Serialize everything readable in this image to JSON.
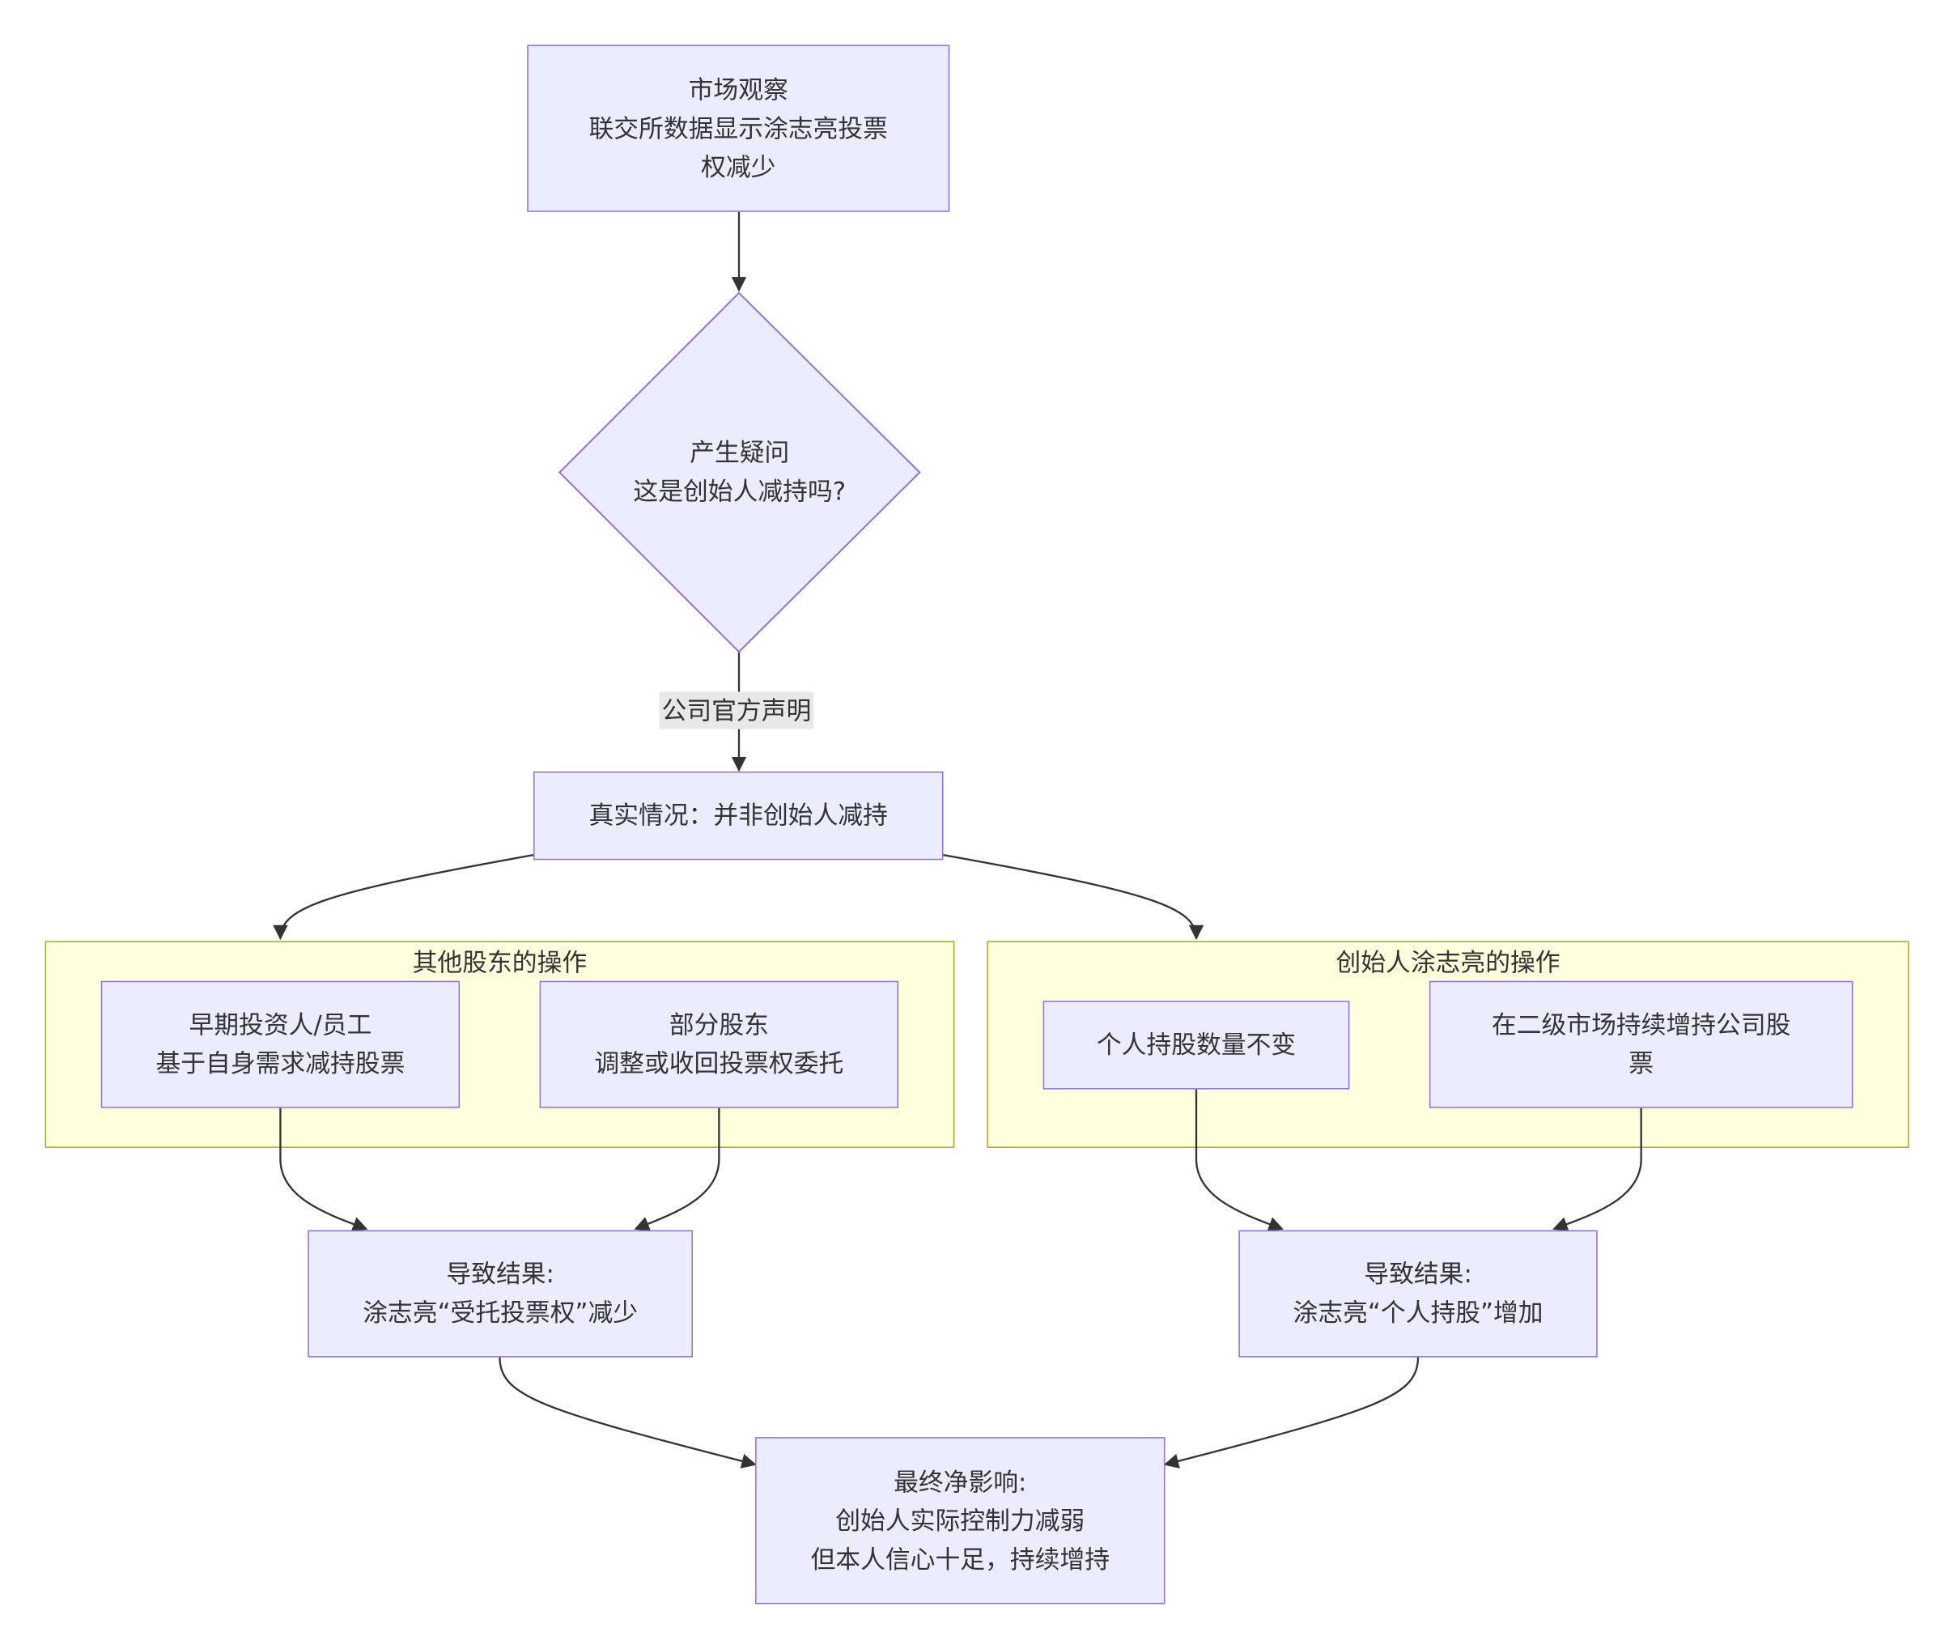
{
  "colors": {
    "node_fill": "#ECECFF",
    "node_border": "#9370DB",
    "cluster_fill": "#FFFFDE",
    "cluster_border": "#AAAA33",
    "edge": "#333333",
    "edge_label_bg": "#E8E8E8",
    "text": "#333333"
  },
  "nodes": {
    "observation": {
      "lines": [
        "市场观察",
        "联交所数据显示涂志亮投票",
        "权减少"
      ]
    },
    "question": {
      "lines": [
        "产生疑问",
        "这是创始人减持吗?"
      ]
    },
    "truth": {
      "lines": [
        "真实情况：并非创始人减持"
      ]
    },
    "early_investors": {
      "lines": [
        "早期投资人/员工",
        "基于自身需求减持股票"
      ]
    },
    "some_shareholders": {
      "lines": [
        "部分股东",
        "调整或收回投票权委托"
      ]
    },
    "personal_unchanged": {
      "lines": [
        "个人持股数量不变"
      ]
    },
    "secondary_buy": {
      "lines": [
        "在二级市场持续增持公司股",
        "票"
      ]
    },
    "result_left": {
      "lines": [
        "导致结果:",
        "涂志亮“受托投票权”减少"
      ]
    },
    "result_right": {
      "lines": [
        "导致结果:",
        "涂志亮“个人持股”增加"
      ]
    },
    "final": {
      "lines": [
        "最终净影响:",
        "创始人实际控制力减弱",
        "但本人信心十足，持续增持"
      ]
    }
  },
  "clusters": {
    "others": {
      "title": "其他股东的操作"
    },
    "founder": {
      "title": "创始人涂志亮的操作"
    }
  },
  "edge_labels": {
    "official_statement": "公司官方声明"
  }
}
